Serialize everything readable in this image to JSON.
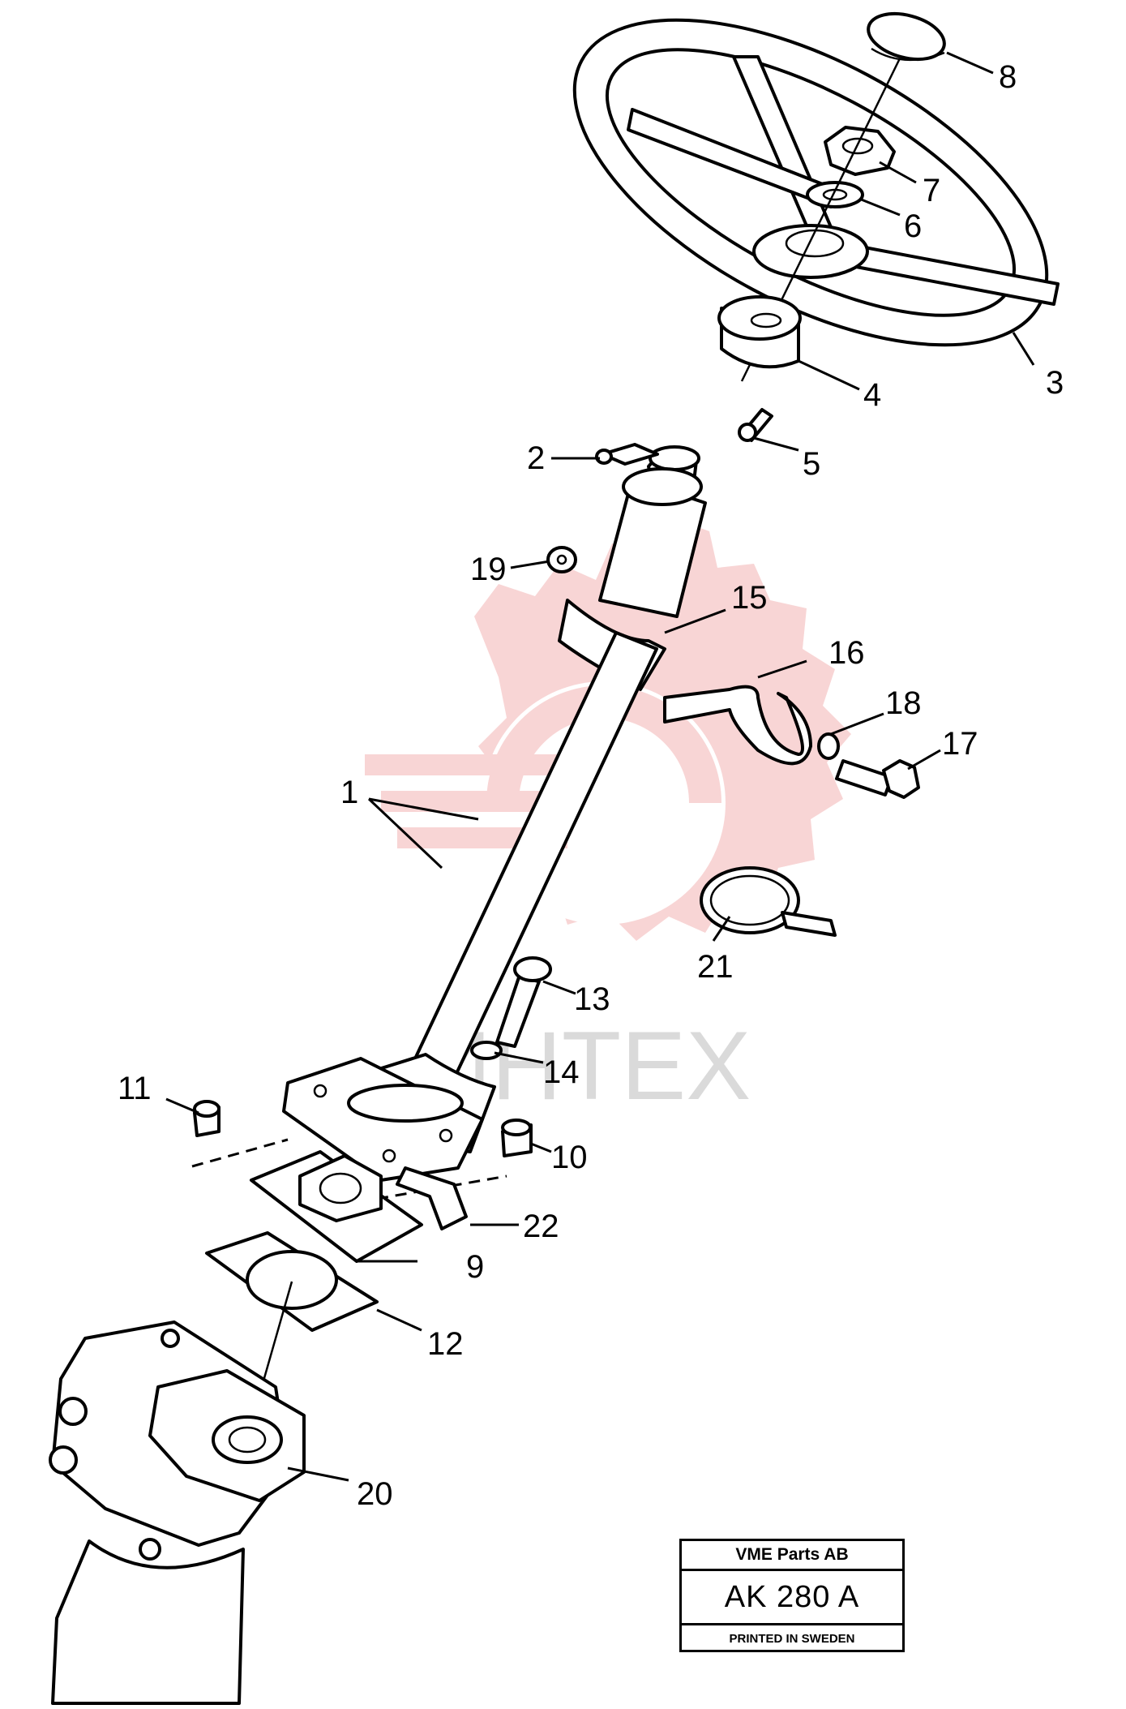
{
  "labels": {
    "l1": "1",
    "l2": "2",
    "l3": "3",
    "l4": "4",
    "l5": "5",
    "l6": "6",
    "l7": "7",
    "l8": "8",
    "l9": "9",
    "l10": "10",
    "l11": "11",
    "l12": "12",
    "l13": "13",
    "l14": "14",
    "l15": "15",
    "l16": "16",
    "l17": "17",
    "l18": "18",
    "l19": "19",
    "l20": "20",
    "l21": "21",
    "l22": "22"
  },
  "watermark": {
    "text": "ИНТЕХ",
    "gear_color": "#f3b3b3",
    "text_color": "#d2d2d2"
  },
  "title_block": {
    "company": "VME Parts AB",
    "code": "AK 280 A",
    "printed": "PRINTED IN SWEDEN"
  }
}
